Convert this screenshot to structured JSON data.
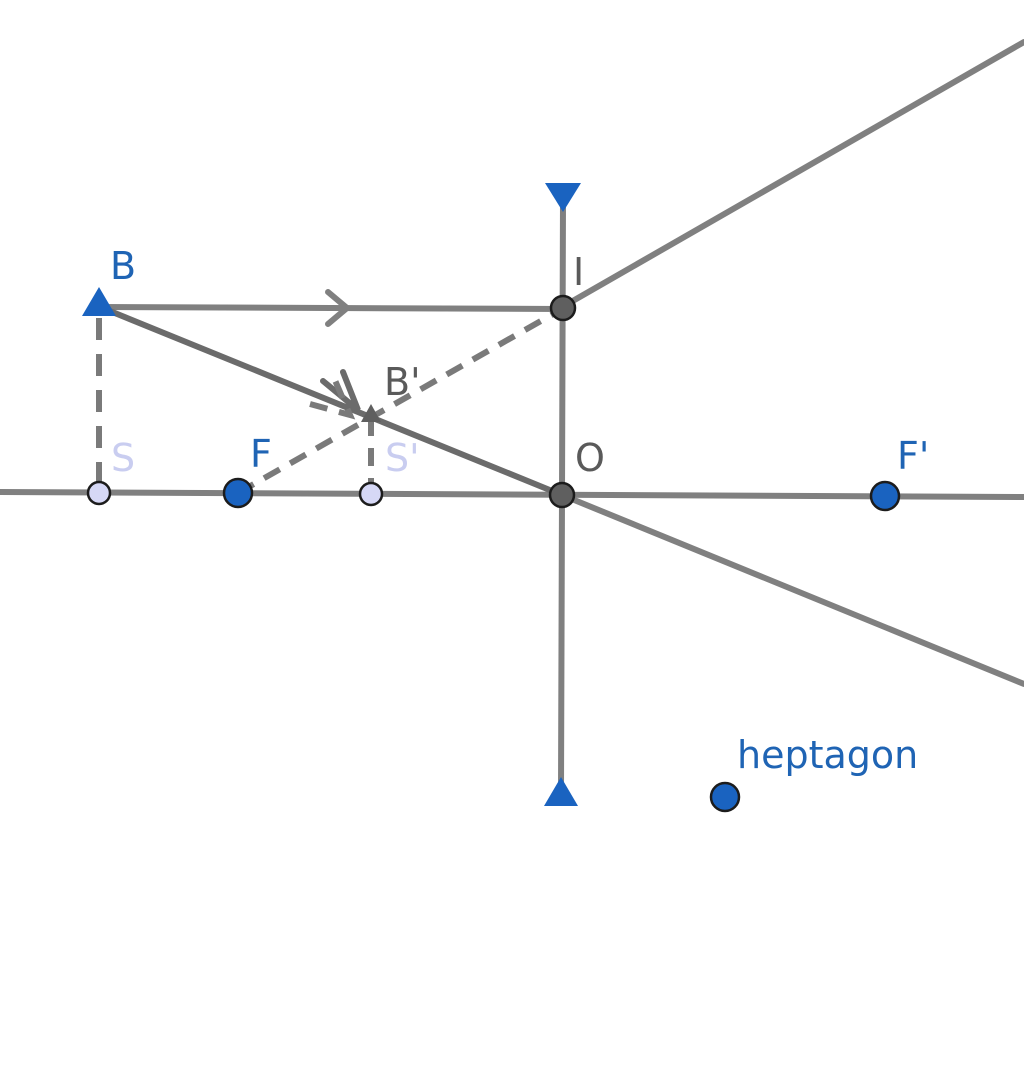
{
  "labels": {
    "B": "B",
    "B_prime": "B'",
    "I": "I",
    "O": "O",
    "S": "S",
    "S_prime": "S'",
    "F": "F",
    "F_prime": "F'",
    "heptagon": "heptagon"
  },
  "colors": {
    "blue": "#1a63c0",
    "blue_label": "#1f64b4",
    "gray_line": "#808080",
    "gray_point": "#5f5f5f",
    "light_point": "#d6d8f6",
    "light_label": "#c9cdf0"
  }
}
